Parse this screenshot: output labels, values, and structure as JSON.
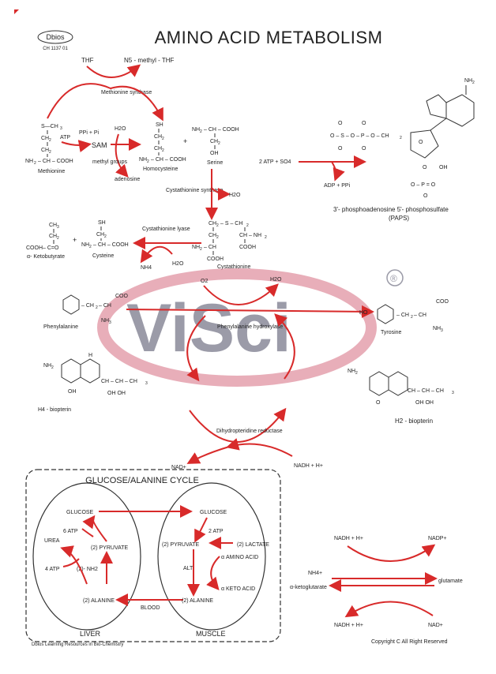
{
  "header": {
    "publisher": "Dbios",
    "code": "CH 1137 01",
    "title": "AMINO ACID METABOLISM"
  },
  "labels": {
    "thf": "THF",
    "n5_methyl_thf": "N5 - methyl - THF",
    "methionine_synthase": "Methionine synthase",
    "atp": "ATP",
    "ppi_pi": "PPi + Pi",
    "h2o": "H2O",
    "sam": "SAM",
    "methyl_groups": "methyl groups",
    "adenosine": "adenosine",
    "methionine": "Methionine",
    "homocysteine": "Homocysteine",
    "serine": "Serine",
    "cystathionine_synthase": "Cystathionine synthase",
    "two_atp_so4": "2 ATP + SO4",
    "adp_ppi": "ADP + PPi",
    "paps": "3'- phosphoadenosine 5'- phosphosulfate",
    "paps_abbr": "(PAPS)",
    "a_ketobutyrate": "α- Ketobutyrate",
    "cysteine": "Cysteine",
    "cystathionine_lyase": "Cystathionine lyase",
    "nh4": "NH4",
    "cystathionine": "Cystathionine",
    "o2": "O2",
    "phenylalanine": "Phenylalanine",
    "phenylalanine_hydroxylase": "Phenylalanine hydroxylase",
    "tyrosine": "Tyrosine",
    "h4_biopterin": "H4 - biopterin",
    "h2_biopterin": "H2 - biopterin",
    "dihydropteridine_reductase": "Dihydropteridine reductase",
    "nad_plus": "NAD+",
    "nadh_h": "NADH + H+",
    "glucose_alanine_cycle": "GLUCOSE/ALANINE CYCLE",
    "glucose": "GLUCOSE",
    "six_atp": "6 ATP",
    "urea": "UREA",
    "pyruvate_2": "(2) PYRUVATE",
    "four_atp": "4 ATP",
    "nh2_2": "(2)- NH2",
    "alanine_2": "(2) ALANINE",
    "blood": "BLOOD",
    "liver": "LIVER",
    "muscle": "MUSCLE",
    "two_atp": "2 ATP",
    "lactate_2": "(2) LACTATE",
    "alt": "ALT",
    "a_amino_acid": "α AMINO ACID",
    "a_keto_acid": "α KETO ACID",
    "nadph": "NADP+",
    "nh4_plus": "NH4+",
    "a_ketoglutarate": "α-ketoglutarate",
    "glutamate": "glutamate",
    "footer_left": "Dbios Learning Resources in Bio-Chemistry",
    "copyright": "Copyright C All Right Reserved",
    "watermark": "ViSci",
    "registered": "®"
  },
  "colors": {
    "arrow_red": "#d82a2a",
    "watermark_pink": "#d8788a",
    "watermark_gray": "#8a8a99"
  }
}
